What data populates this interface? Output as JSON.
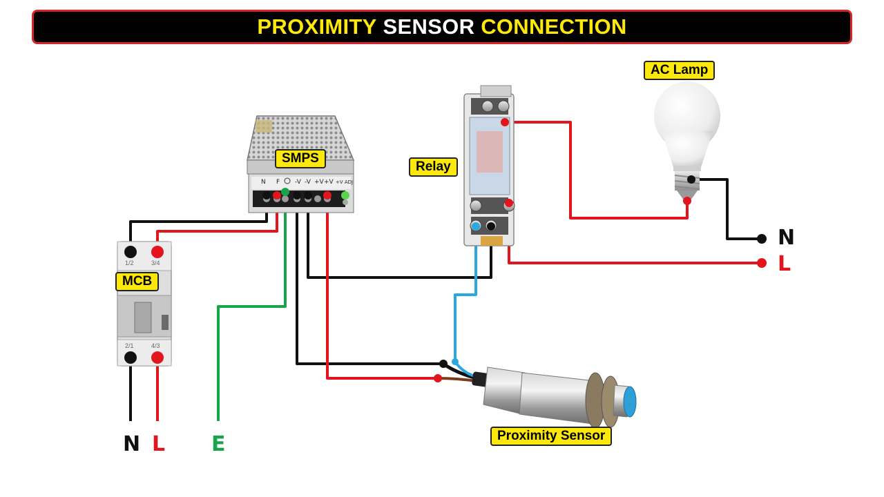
{
  "title": {
    "part1": "PROXIMITY",
    "part2": "SENSOR",
    "part3": "CONNECTION"
  },
  "components": {
    "smps": {
      "label": "SMPS",
      "terminals": [
        "N",
        "F",
        "",
        "-V",
        "-V",
        "+V",
        "+V",
        "+V ADJ"
      ]
    },
    "relay": {
      "label": "Relay"
    },
    "lamp": {
      "label": "AC Lamp"
    },
    "mcb": {
      "label": "MCB",
      "top_terminals": [
        "1/2",
        "3/4"
      ],
      "bottom_terminals": [
        "2/1",
        "4/3"
      ]
    },
    "sensor": {
      "label": "Proximity Sensor"
    }
  },
  "supply_left": {
    "neutral": "N",
    "live": "L",
    "earth": "E"
  },
  "supply_right": {
    "neutral": "N",
    "live": "L"
  },
  "colors": {
    "black_wire": "#111111",
    "red_wire": "#e3151c",
    "green_wire": "#18a54a",
    "blue_wire": "#2aa8e0",
    "label_bg": "#fde80c"
  }
}
